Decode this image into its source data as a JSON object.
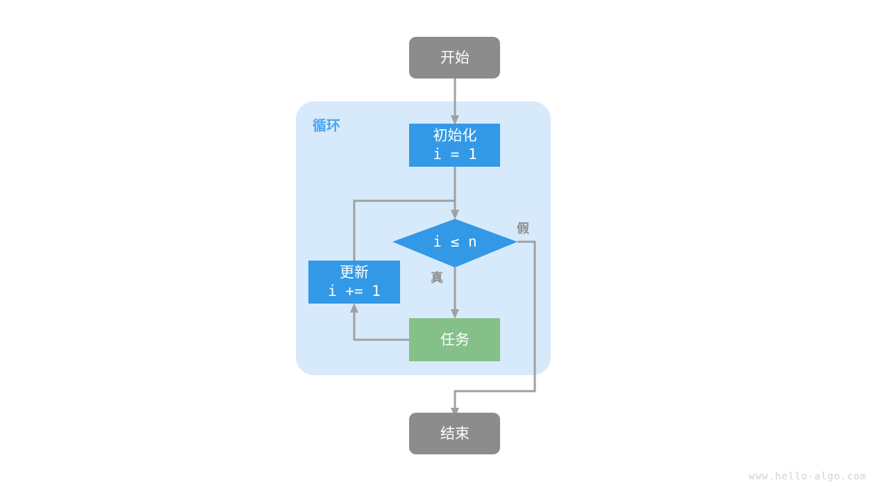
{
  "diagram": {
    "title_text": "",
    "background": "#ffffff",
    "colors": {
      "terminal_fill": "#8c8c8c",
      "process_fill": "#3399e6",
      "task_fill": "#85c088",
      "group_fill": "#d7eafb",
      "group_label": "#4da3ef",
      "edge_stroke": "#a0a0a0",
      "edge_label": "#8f8f8f",
      "node_text": "#ffffff",
      "watermark": "#d2d2d2"
    },
    "group": {
      "label": "循环",
      "name": "loop-group"
    },
    "nodes": [
      {
        "id": "start",
        "name": "start-node",
        "shape": "rounded-rect",
        "lines": [
          "开始"
        ],
        "mono": [
          false
        ],
        "fill": "#8c8c8c"
      },
      {
        "id": "init",
        "name": "initialize-node",
        "shape": "rect",
        "lines": [
          "初始化",
          "i = 1"
        ],
        "mono": [
          false,
          true
        ],
        "fill": "#3399e6"
      },
      {
        "id": "condition",
        "name": "condition-node",
        "shape": "diamond",
        "lines": [
          "i ≤ n"
        ],
        "mono": [
          true
        ],
        "fill": "#3399e6"
      },
      {
        "id": "update",
        "name": "update-node",
        "shape": "rect",
        "lines": [
          "更新",
          "i += 1"
        ],
        "mono": [
          false,
          true
        ],
        "fill": "#3399e6"
      },
      {
        "id": "task",
        "name": "task-node",
        "shape": "rect",
        "lines": [
          "任务"
        ],
        "mono": [
          false
        ],
        "fill": "#85c088"
      },
      {
        "id": "end",
        "name": "end-node",
        "shape": "rounded-rect",
        "lines": [
          "结束"
        ],
        "mono": [
          false
        ],
        "fill": "#8c8c8c"
      }
    ],
    "edge_labels": {
      "true_branch": "真",
      "false_branch": "假"
    }
  },
  "watermark": {
    "text": "www.hello-algo.com"
  }
}
